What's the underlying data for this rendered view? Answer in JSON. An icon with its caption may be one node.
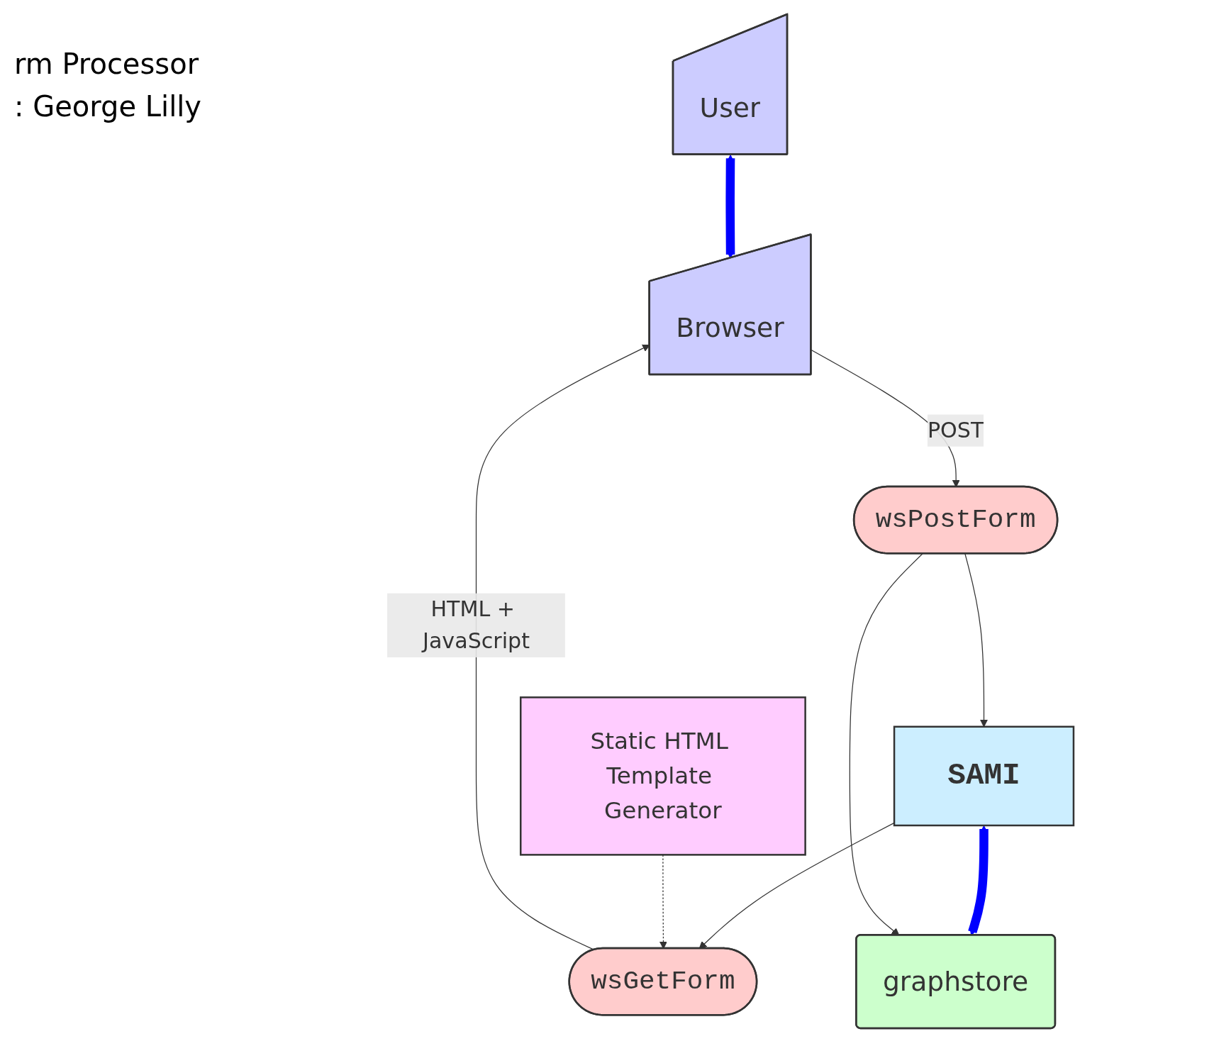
{
  "diagram": {
    "nodes": [
      {
        "text": [
          "User"
        ]
      },
      {
        "text": [
          "Browser"
        ]
      },
      {
        "text": [
          "wsGetForm"
        ]
      },
      {
        "text": [
          "SAMI"
        ]
      },
      {
        "text": [
          "wsPostForm"
        ]
      },
      {
        "text": [
          "Static HTML Template Generator"
        ]
      },
      {
        "text": [
          "graphstore"
        ]
      }
    ],
    "edges": [
      {
        "from": 0,
        "to": 1,
        "arrow": "both",
        "style": "thick",
        "color": "#0000ff"
      },
      {
        "from": 2,
        "to": 1,
        "arrow": "to",
        "label": "HTML + JavaScript"
      },
      {
        "from": 1,
        "to": 4,
        "arrow": "to",
        "label": "POST"
      },
      {
        "from": 3,
        "to": 2,
        "arrow": "to"
      },
      {
        "from": 4,
        "to": 3,
        "arrow": "to"
      },
      {
        "from": 3,
        "to": 6,
        "arrow": "both",
        "style": "thick",
        "color": "#0000ff"
      },
      {
        "from": 4,
        "to": 6,
        "arrow": "to"
      },
      {
        "from": 5,
        "to": 2,
        "arrow": "to",
        "style": "dashed"
      }
    ],
    "labels": [
      "rm Processor",
      ": George Lilly"
    ]
  }
}
